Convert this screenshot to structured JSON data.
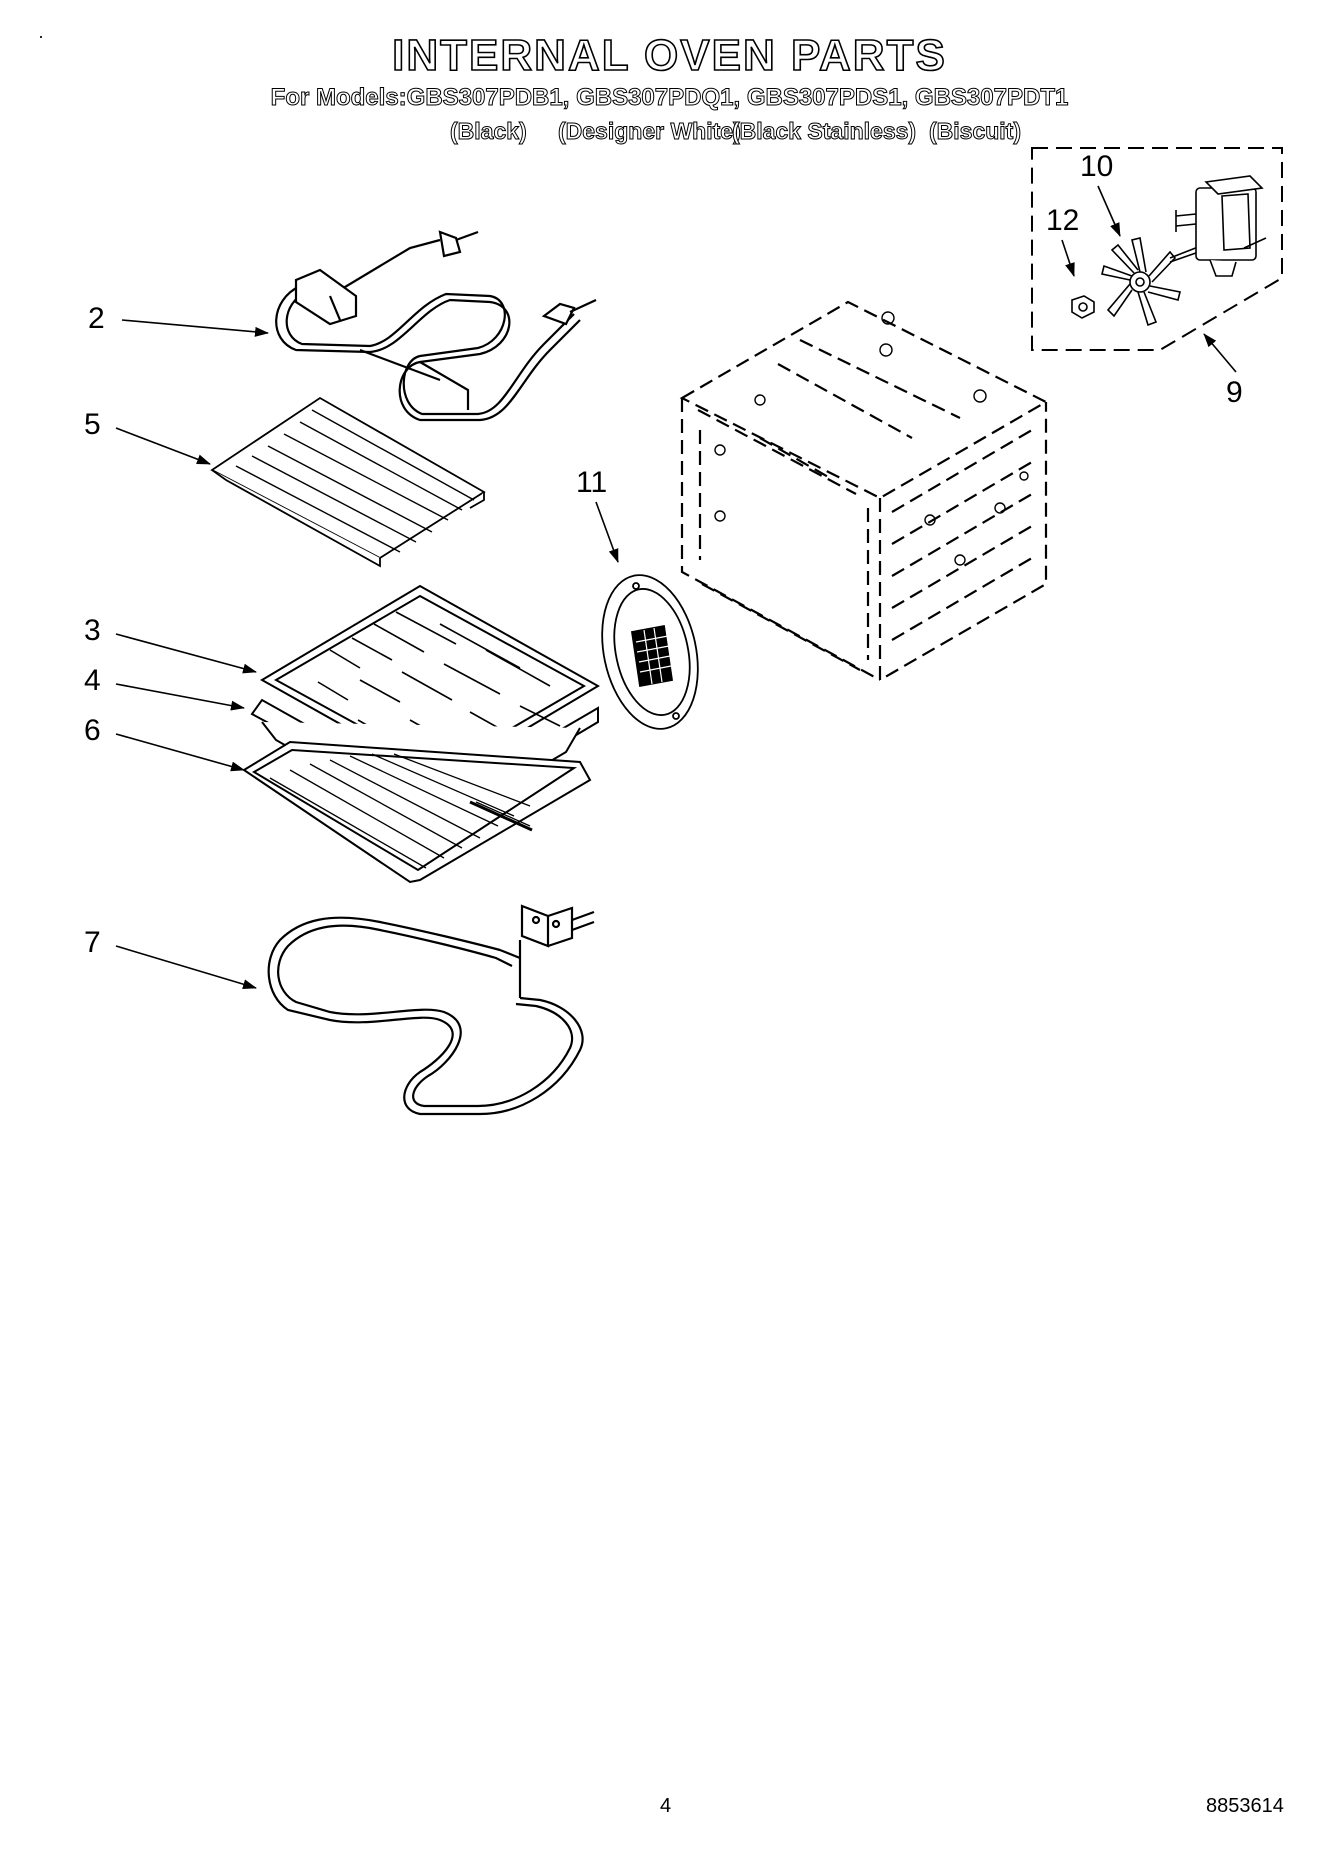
{
  "page": {
    "title": "INTERNAL OVEN PARTS",
    "models_prefix": "For Models:",
    "models": [
      "GBS307PDB1,",
      "GBS307PDQ1,",
      "GBS307PDS1,",
      "GBS307PDT1"
    ],
    "colors": [
      "(Black)",
      "(Designer White)",
      "(Black Stainless)",
      "(Biscuit)"
    ],
    "page_number": "4",
    "doc_number": "8853614",
    "stray_mark": "·"
  },
  "callouts": {
    "c2": "2",
    "c5": "5",
    "c3": "3",
    "c4": "4",
    "c6": "6",
    "c7": "7",
    "c11": "11",
    "c10": "10",
    "c12": "12",
    "c9": "9"
  }
}
